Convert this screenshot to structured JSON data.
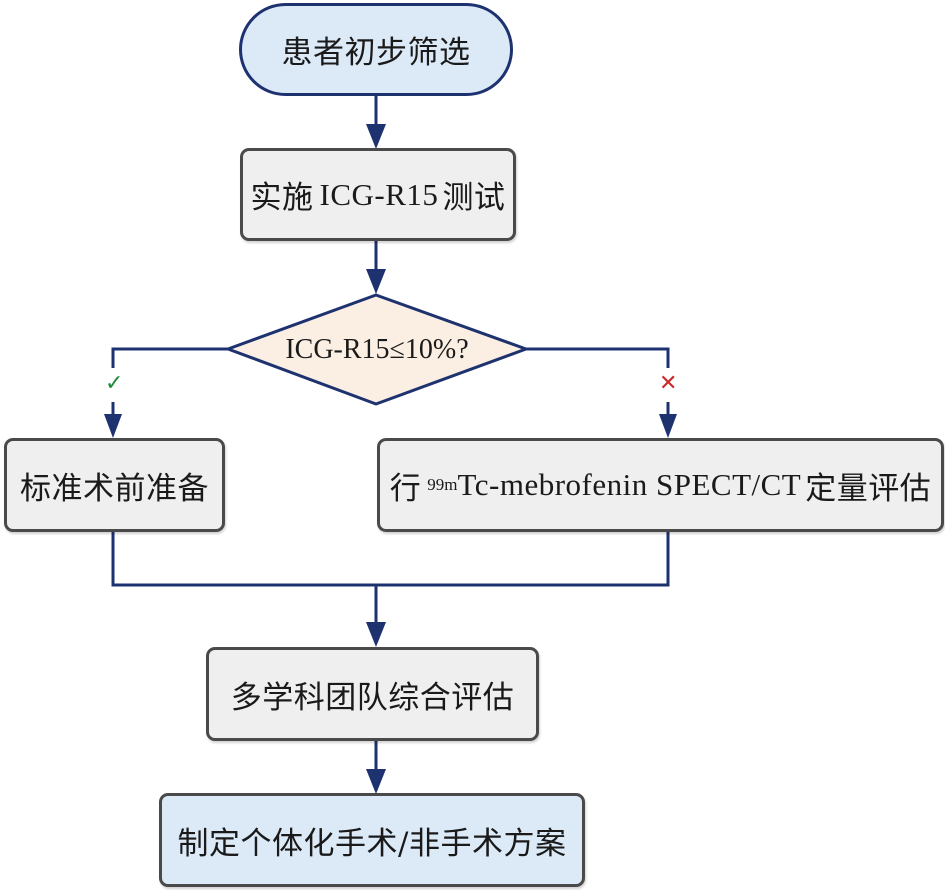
{
  "flowchart": {
    "start": {
      "label": "患者初步筛选"
    },
    "test": {
      "label_cn_1": "实施",
      "label_code": "ICG-R15",
      "label_cn_2": "测试"
    },
    "decision": {
      "label": "ICG-R15≤10%?"
    },
    "branch_yes": {
      "marker": "✓",
      "marker_icon": "check-icon",
      "color": "#1f8a3a"
    },
    "branch_no": {
      "marker": "✕",
      "marker_icon": "cross-icon",
      "color": "#cc2a2a"
    },
    "standard_prep": {
      "label": "标准术前准备"
    },
    "spect_eval": {
      "label_cn_1": "行",
      "superscript": "99m",
      "label_main": "Tc-mebrofenin SPECT/CT",
      "label_cn_2": "定量评估"
    },
    "mdt": {
      "label": "多学科团队综合评估"
    },
    "final": {
      "label": "制定个体化手术/非手术方案"
    }
  },
  "colors": {
    "connector": "#1e3270",
    "terminal_fill": "#dceaf8",
    "process_fill": "#efefef",
    "decision_fill": "#fbefe4",
    "final_fill": "#dceaf8"
  }
}
